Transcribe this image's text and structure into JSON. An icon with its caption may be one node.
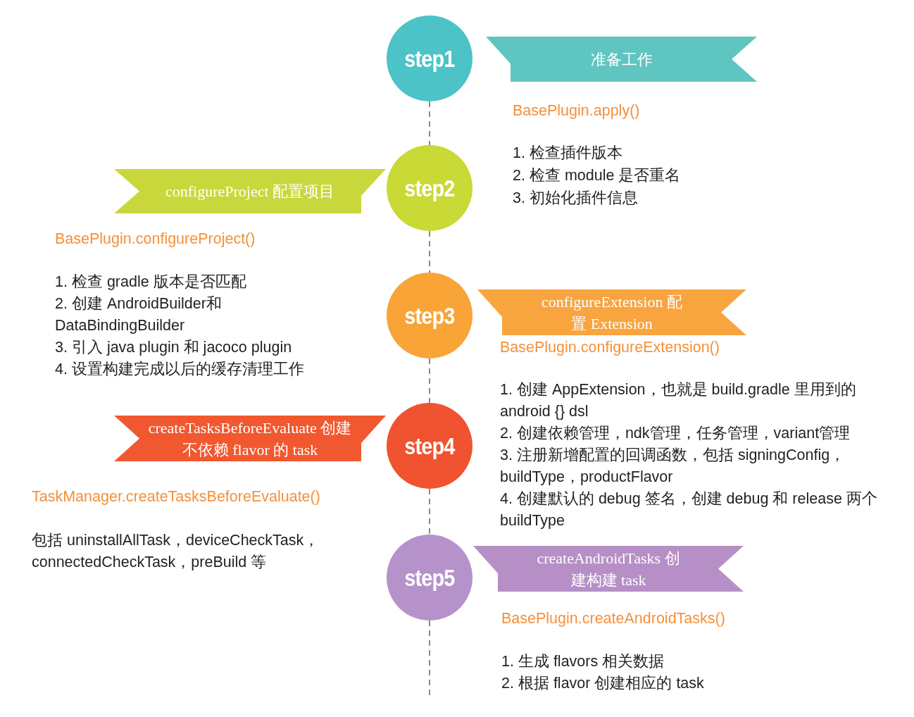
{
  "diagram": {
    "nodes": [
      {
        "text": [
          "step1"
        ]
      },
      {
        "text": [
          "准备工作"
        ]
      },
      {
        "text": [
          "step2"
        ]
      },
      {
        "text": [
          "configureProject 配置项目"
        ]
      },
      {
        "text": [
          "step3"
        ]
      },
      {
        "text": [
          "configureExtension 配置 Extension"
        ]
      },
      {
        "text": [
          "step4"
        ]
      },
      {
        "text": [
          "createTasksBeforeEvaluate 创建不依赖 flavor 的 task"
        ]
      },
      {
        "text": [
          "step5"
        ]
      },
      {
        "text": [
          "createAndroidTasks 创建构建 task"
        ]
      }
    ],
    "edges": [
      {
        "from": 0,
        "to": 2,
        "arrow": "none",
        "style": "dashed"
      },
      {
        "from": 2,
        "to": 4,
        "arrow": "none",
        "style": "dashed"
      },
      {
        "from": 4,
        "to": 6,
        "arrow": "none",
        "style": "dashed"
      },
      {
        "from": 6,
        "to": 8,
        "arrow": "none",
        "style": "dashed"
      },
      {
        "from": 8,
        "to": null,
        "arrow": "none",
        "style": "dashed"
      }
    ],
    "labels": [
      "BasePlugin.apply()",
      "1. 检查插件版本",
      "2. 检查 module 是否重名",
      "3. 初始化插件信息",
      "BasePlugin.configureProject()",
      "1. 检查 gradle 版本是否匹配",
      "2. 创建 AndroidBuilder和 DataBindingBuilder",
      "3. 引入 java plugin 和 jacoco plugin",
      "4. 设置构建完成以后的缓存清理工作",
      "BasePlugin.configureExtension()",
      "1. 创建 AppExtension，也就是 build.gradle 里用到的 android {} dsl",
      "2. 创建依赖管理，ndk管理，任务管理，variant管理",
      "3. 注册新增配置的回调函数，包括 signingConfig，buildType，productFlavor",
      "4. 创建默认的 debug 签名，创建 debug 和 release 两个 buildType",
      "TaskManager.createTasksBeforeEvaluate()",
      "包括 uninstallAllTask，deviceCheckTask，connectedCheckTask，preBuild 等",
      "BasePlugin.createAndroidTasks()",
      "1. 生成 flavors 相关数据",
      "2. 根据 flavor 创建相应的 task"
    ]
  }
}
